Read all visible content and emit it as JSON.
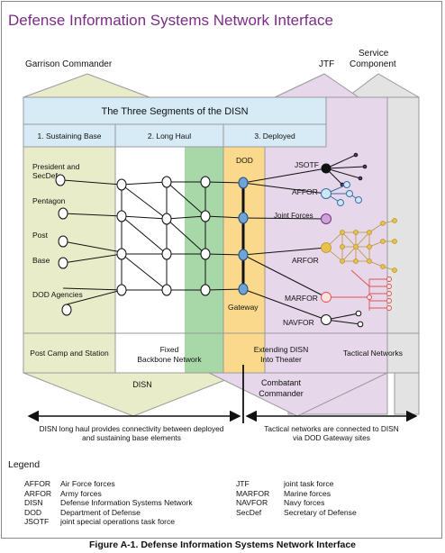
{
  "title": "Defense Information Systems Network Interface",
  "caption": "Figure A-1.  Defense Information Systems Network Interface",
  "headers": {
    "garrison": "Garrison Commander",
    "jtf": "JTF",
    "service_line1": "Service",
    "service_line2": "Component"
  },
  "segments_title": "The Three Segments of the DISN",
  "segments": [
    "1. Sustaining Base",
    "2. Long Haul",
    "3. Deployed"
  ],
  "sites": [
    "President and",
    "SecDef",
    "Pentagon",
    "Post",
    "Base",
    "DOD Agencies"
  ],
  "dod_label": "DOD",
  "gateway_label": "Gateway",
  "forces": [
    "JSOTF",
    "AFFOR",
    "Joint Forces",
    "ARFOR",
    "MARFOR",
    "NAVFOR"
  ],
  "bottom_labels": {
    "post_camp": "Post Camp and Station",
    "fixed_line1": "Fixed",
    "fixed_line2": "Backbone Network",
    "extending_line1": "Extending DISN",
    "extending_line2": "Into Theater",
    "tactical": "Tactical Networks"
  },
  "arrows": {
    "disn": "DISN",
    "combatant_line1": "Combatant",
    "combatant_line2": "Commander"
  },
  "notes": {
    "left_line1": "DISN long haul provides connectivity between deployed",
    "left_line2": "and sustaining base elements",
    "right_line1": "Tactical networks are connected to DISN",
    "right_line2": "via DOD Gateway sites"
  },
  "legend_heading": "Legend",
  "legend_left": [
    {
      "abbr": "AFFOR",
      "def": "Air Force forces"
    },
    {
      "abbr": "ARFOR",
      "def": "Army forces"
    },
    {
      "abbr": "DISN",
      "def": "Defense Information Systems Network"
    },
    {
      "abbr": "DOD",
      "def": "Department of Defense"
    },
    {
      "abbr": "JSOTF",
      "def": "joint special operations task force"
    }
  ],
  "legend_right": [
    {
      "abbr": "JTF",
      "def": "joint task force"
    },
    {
      "abbr": "MARFOR",
      "def": "Marine forces"
    },
    {
      "abbr": "NAVFOR",
      "def": "Navy forces"
    },
    {
      "abbr": "SecDef",
      "def": "Secretary of Defense"
    }
  ],
  "colors": {
    "title": "#7b2d86",
    "sustaining_fill": "#e9ecc9",
    "long_haul_fill": "#ffffff",
    "green_band": "#a8d8a8",
    "deployed_fill": "#fbd98c",
    "jtf_fill": "#e6d7ea",
    "service_fill": "#e3e3e3",
    "header_blue": "#d6ebf5",
    "node_blue": "#6fa3d6",
    "arfor_gold": "#e7c14a",
    "marfor_red": "#e05050",
    "joint_purple": "#c9a6d6"
  }
}
